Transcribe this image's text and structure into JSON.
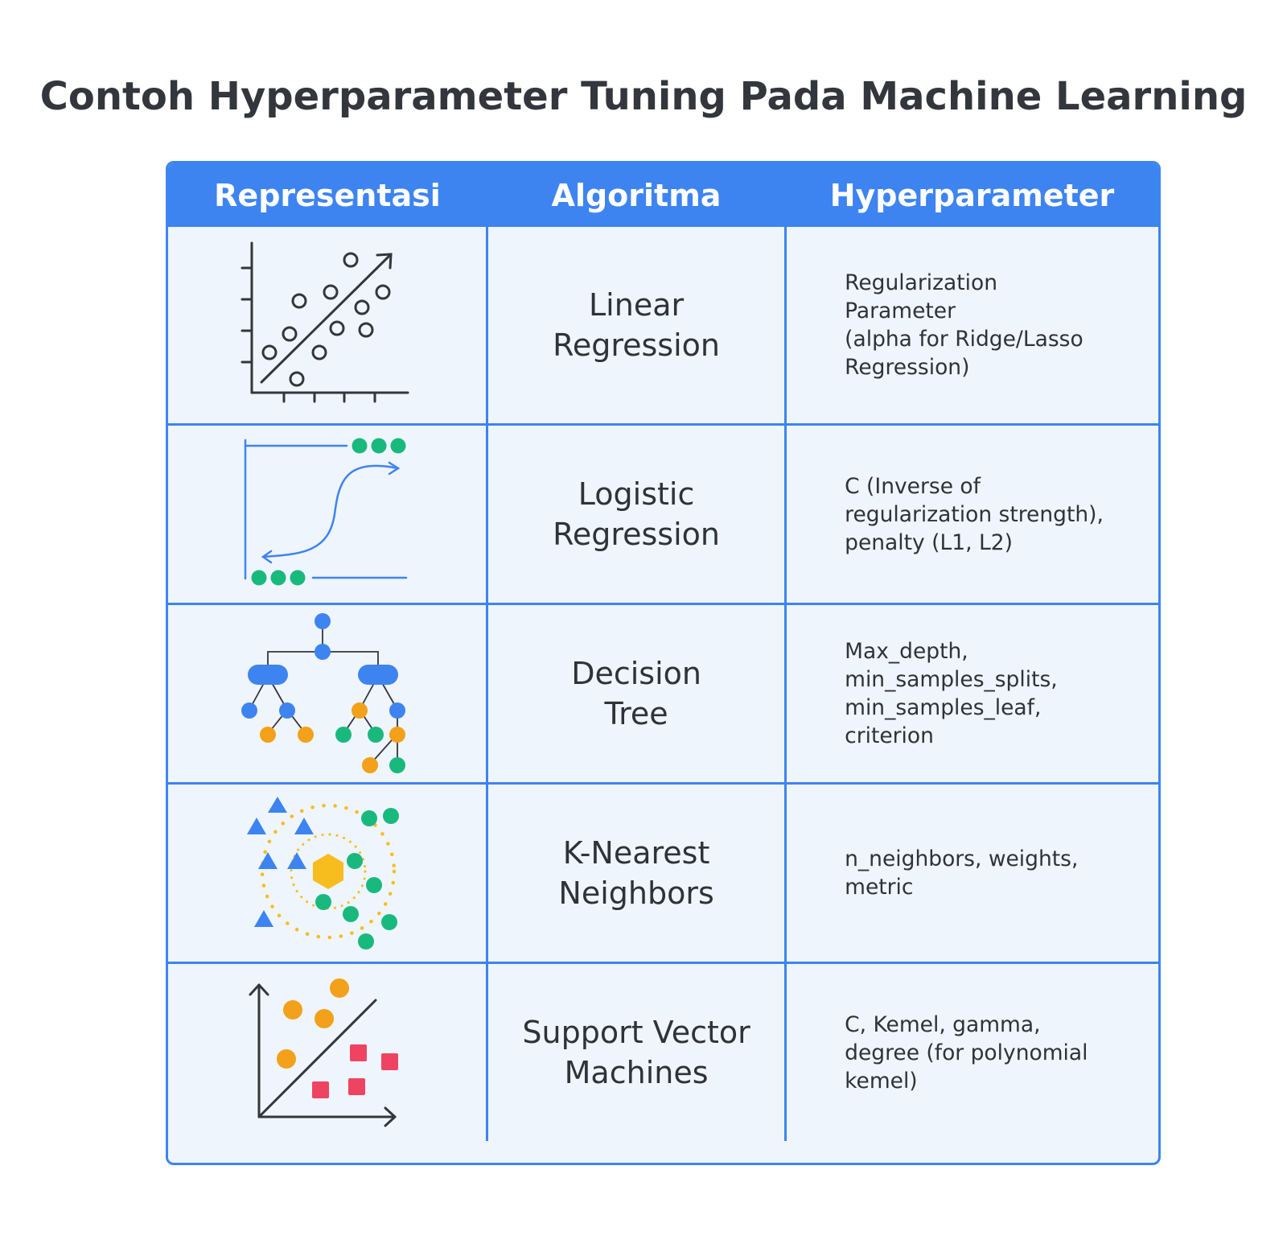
{
  "title": "Contoh Hyperparameter Tuning Pada Machine Learning",
  "headers": [
    "Representasi",
    "Algoritma",
    "Hyperparameter"
  ],
  "colors": {
    "accent": "#3d84f1",
    "row_bg": "#eff5fd",
    "green": "#19b97e",
    "orange": "#f3a01b",
    "red": "#ef4461",
    "yellow": "#f7bd1e",
    "dark": "#33363c"
  },
  "rows": [
    {
      "icon": "scatter-regression-icon",
      "algorithm": [
        "Linear",
        "Regression"
      ],
      "hyperparameters": [
        "Regularization",
        "Parameter",
        "(alpha for Ridge/Lasso",
        "Regression)"
      ]
    },
    {
      "icon": "sigmoid-curve-icon",
      "algorithm": [
        "Logistic",
        "Regression"
      ],
      "hyperparameters": [
        "C (Inverse of",
        "regularization strength),",
        "penalty (L1, L2)"
      ]
    },
    {
      "icon": "decision-tree-icon",
      "algorithm": [
        "Decision",
        "Tree"
      ],
      "hyperparameters": [
        "Max_depth,",
        "min_samples_splits,",
        "min_samples_leaf,",
        "criterion"
      ]
    },
    {
      "icon": "nearest-neighbors-icon",
      "algorithm": [
        "K-Nearest",
        "Neighbors"
      ],
      "hyperparameters": [
        "n_neighbors, weights,",
        "metric"
      ]
    },
    {
      "icon": "svm-separator-icon",
      "algorithm": [
        "Support Vector",
        "Machines"
      ],
      "hyperparameters": [
        "C, Kemel, gamma,",
        "degree (for polynomial",
        "kemel)"
      ]
    }
  ]
}
